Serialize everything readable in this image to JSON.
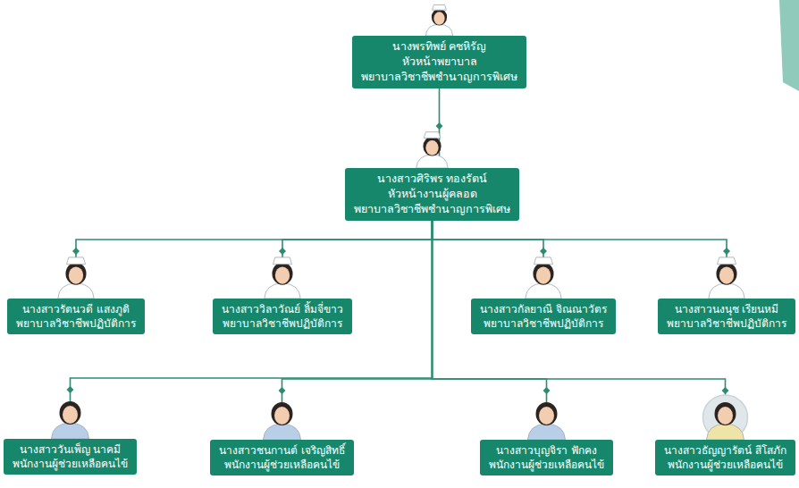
{
  "diagram": {
    "nodes": [
      {
        "text": [
          "นางพรทิพย์ คชหิรัญ",
          "หัวหน้าพยาบาล",
          "พยาบาลวิชาชีพชำนาญการพิเศษ"
        ]
      },
      {
        "text": [
          "นางสาวศิริพร ทองรัตน์",
          "หัวหน้างานผู้คลอด",
          "พยาบาลวิชาชีพชำนาญการพิเศษ"
        ]
      },
      {
        "text": [
          "นางสาวรัตนวดี แสงภูติ",
          "พยาบาลวิชาชีพปฏิบัติการ"
        ]
      },
      {
        "text": [
          "นางสาววิลาวัณย์ ลิ้มจี่ขาว",
          "พยาบาลวิชาชีพปฏิบัติการ"
        ]
      },
      {
        "text": [
          "นางสาวกัลยาณี จิณณาวัตร",
          "พยาบาลวิชาชีพปฏิบัติการ"
        ]
      },
      {
        "text": [
          "นางสาวนงนุช เรียนหมี",
          "พยาบาลวิชาชีพปฏิบัติการ"
        ]
      },
      {
        "text": [
          "นางสาววันเพ็ญ นาคมี",
          "พนักงานผู้ช่วยเหลือคนไข้"
        ]
      },
      {
        "text": [
          "นางสาวชนกานต์ เจริญสิทธิ์",
          "พนักงานผู้ช่วยเหลือคนไข้"
        ]
      },
      {
        "text": [
          "นางสาวบุญจิรา ฟักคง",
          "พนักงานผู้ช่วยเหลือคนไข้"
        ]
      },
      {
        "text": [
          "นางสาวธัญญารัตน์ สีโสภัก",
          "พนักงานผู้ช่วยเหลือคนไข้"
        ]
      }
    ],
    "edges": [
      {
        "from": 0,
        "to": 1,
        "arrow": "to"
      },
      {
        "from": 1,
        "to": 2,
        "arrow": "to"
      },
      {
        "from": 1,
        "to": 3,
        "arrow": "to"
      },
      {
        "from": 1,
        "to": 4,
        "arrow": "to"
      },
      {
        "from": 1,
        "to": 5,
        "arrow": "to"
      },
      {
        "from": 1,
        "to": 6,
        "arrow": "to"
      },
      {
        "from": 1,
        "to": 7,
        "arrow": "to"
      },
      {
        "from": 1,
        "to": 8,
        "arrow": "to"
      },
      {
        "from": 1,
        "to": 9,
        "arrow": "to"
      }
    ]
  }
}
